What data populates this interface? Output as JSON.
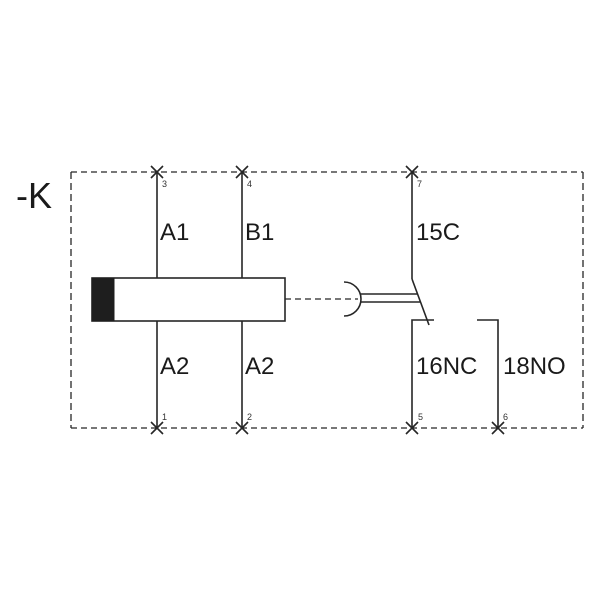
{
  "device_tag": "-K",
  "coil": {
    "terminals_top": [
      {
        "label": "A1",
        "number": "3"
      },
      {
        "label": "B1",
        "number": "4"
      }
    ],
    "terminals_bottom": [
      {
        "label": "A2",
        "number": "1"
      },
      {
        "label": "A2",
        "number": "2"
      }
    ]
  },
  "contact": {
    "common": {
      "label": "15C",
      "number": "7"
    },
    "normally_closed": {
      "label": "16NC",
      "number": "5"
    },
    "normally_open": {
      "label": "18NO",
      "number": "6"
    }
  },
  "colors": {
    "line": "#262626",
    "coil_fill": "#1e1e1e",
    "background": "#ffffff"
  }
}
